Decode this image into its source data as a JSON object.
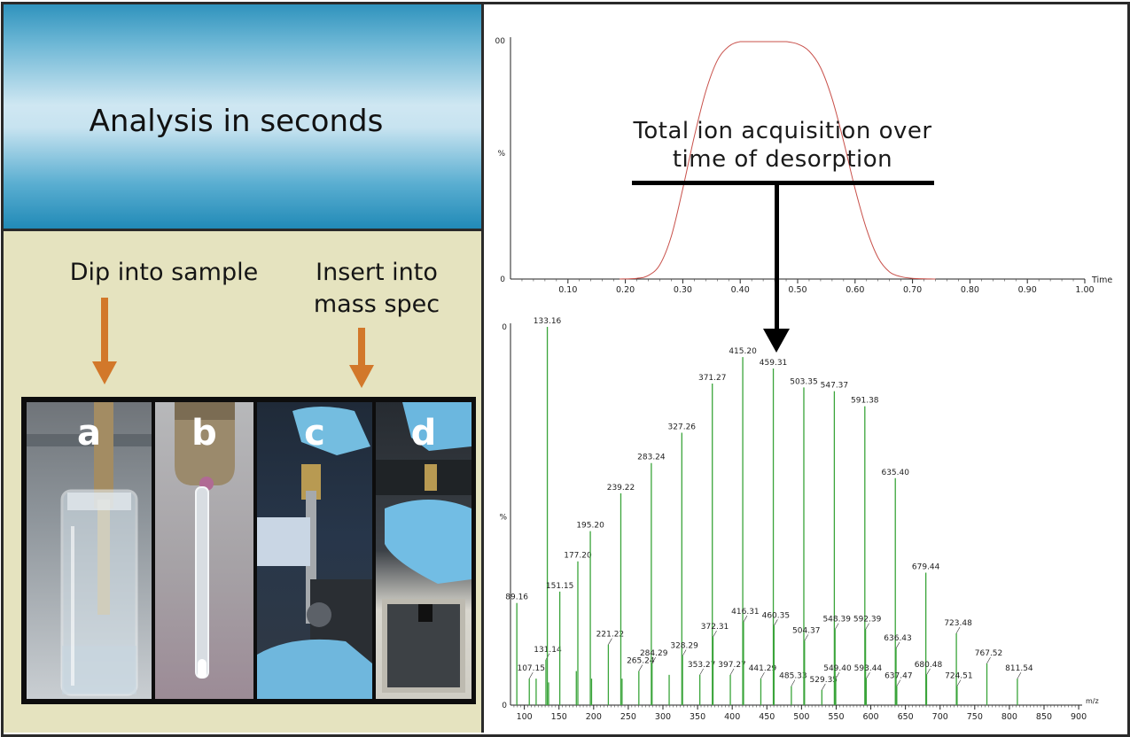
{
  "title_panel": {
    "title": "Analysis in seconds"
  },
  "steps": {
    "dip_label": "Dip into sample",
    "insert_label_line1": "Insert into",
    "insert_label_line2": "mass spec",
    "arrow_color": "#d2782a",
    "photos": [
      {
        "letter": "a"
      },
      {
        "letter": "b"
      },
      {
        "letter": "c"
      },
      {
        "letter": "d"
      }
    ]
  },
  "tic_caption": {
    "line1": "Total ion acquisition over",
    "line2": "time of desorption"
  },
  "chart_data": [
    {
      "type": "line",
      "title": "",
      "xlabel": "Time",
      "ylabel": "%",
      "y_top_label": "00",
      "y_zero_label": "0",
      "xlim": [
        0.0,
        1.0
      ],
      "ylim": [
        0,
        100
      ],
      "x_ticks": [
        "0.10",
        "0.20",
        "0.30",
        "0.40",
        "0.50",
        "0.60",
        "0.70",
        "0.80",
        "0.90",
        "1.00"
      ],
      "x": [
        0.19,
        0.22,
        0.24,
        0.26,
        0.28,
        0.3,
        0.32,
        0.34,
        0.36,
        0.38,
        0.4,
        0.42,
        0.44,
        0.46,
        0.48,
        0.5,
        0.52,
        0.54,
        0.56,
        0.58,
        0.6,
        0.62,
        0.64,
        0.66,
        0.68,
        0.7,
        0.74
      ],
      "values": [
        0,
        0.3,
        1.5,
        6,
        18,
        38,
        60,
        79,
        92,
        98,
        100,
        100,
        100,
        100,
        100,
        99,
        96,
        89,
        76,
        58,
        38,
        21,
        9,
        3,
        1,
        0.3,
        0
      ],
      "line_color": "#c8504a"
    },
    {
      "type": "bar",
      "title": "",
      "xlabel": "m/z",
      "ylabel": "%",
      "y_top_label": "0",
      "y_zero_label": "0",
      "xlim": [
        80,
        905
      ],
      "ylim": [
        0,
        100
      ],
      "x_ticks": [
        "100",
        "150",
        "200",
        "250",
        "300",
        "350",
        "400",
        "450",
        "500",
        "550",
        "600",
        "650",
        "700",
        "750",
        "800",
        "850",
        "900"
      ],
      "peaks": [
        {
          "mz": 89.16,
          "label": "89.16",
          "value": 27
        },
        {
          "mz": 107.15,
          "label": "107.15",
          "value": 7
        },
        {
          "mz": 117.0,
          "label": "",
          "value": 7
        },
        {
          "mz": 131.14,
          "label": "131.14",
          "value": 12
        },
        {
          "mz": 133.16,
          "label": "133.16",
          "value": 100
        },
        {
          "mz": 135.0,
          "label": "",
          "value": 6
        },
        {
          "mz": 151.15,
          "label": "151.15",
          "value": 30
        },
        {
          "mz": 175.0,
          "label": "",
          "value": 9
        },
        {
          "mz": 177.2,
          "label": "177.20",
          "value": 38
        },
        {
          "mz": 195.2,
          "label": "195.20",
          "value": 46
        },
        {
          "mz": 197.0,
          "label": "",
          "value": 7
        },
        {
          "mz": 221.22,
          "label": "221.22",
          "value": 16
        },
        {
          "mz": 239.22,
          "label": "239.22",
          "value": 56
        },
        {
          "mz": 241.0,
          "label": "",
          "value": 7
        },
        {
          "mz": 265.24,
          "label": "265.24",
          "value": 9
        },
        {
          "mz": 283.24,
          "label": "283.24",
          "value": 64
        },
        {
          "mz": 284.29,
          "label": "284.29",
          "value": 11
        },
        {
          "mz": 309.0,
          "label": "",
          "value": 8
        },
        {
          "mz": 327.26,
          "label": "327.26",
          "value": 72
        },
        {
          "mz": 328.29,
          "label": "328.29",
          "value": 13
        },
        {
          "mz": 353.27,
          "label": "353.27",
          "value": 8
        },
        {
          "mz": 371.27,
          "label": "371.27",
          "value": 85
        },
        {
          "mz": 372.31,
          "label": "372.31",
          "value": 18
        },
        {
          "mz": 397.27,
          "label": "397.27",
          "value": 8
        },
        {
          "mz": 415.2,
          "label": "415.20",
          "value": 92
        },
        {
          "mz": 416.31,
          "label": "416.31",
          "value": 22
        },
        {
          "mz": 441.29,
          "label": "441.29",
          "value": 7
        },
        {
          "mz": 459.31,
          "label": "459.31",
          "value": 89
        },
        {
          "mz": 460.35,
          "label": "460.35",
          "value": 21
        },
        {
          "mz": 485.33,
          "label": "485.33",
          "value": 5
        },
        {
          "mz": 503.35,
          "label": "503.35",
          "value": 84
        },
        {
          "mz": 504.37,
          "label": "504.37",
          "value": 17
        },
        {
          "mz": 529.35,
          "label": "529.35",
          "value": 4
        },
        {
          "mz": 547.37,
          "label": "547.37",
          "value": 83
        },
        {
          "mz": 548.39,
          "label": "548.39",
          "value": 20
        },
        {
          "mz": 549.4,
          "label": "549.40",
          "value": 7
        },
        {
          "mz": 591.38,
          "label": "591.38",
          "value": 79
        },
        {
          "mz": 592.39,
          "label": "592.39",
          "value": 20
        },
        {
          "mz": 593.44,
          "label": "593.44",
          "value": 7
        },
        {
          "mz": 635.4,
          "label": "635.40",
          "value": 60
        },
        {
          "mz": 636.43,
          "label": "636.43",
          "value": 15
        },
        {
          "mz": 637.47,
          "label": "637.47",
          "value": 5
        },
        {
          "mz": 679.44,
          "label": "679.44",
          "value": 35
        },
        {
          "mz": 680.48,
          "label": "680.48",
          "value": 8
        },
        {
          "mz": 723.48,
          "label": "723.48",
          "value": 19
        },
        {
          "mz": 724.51,
          "label": "724.51",
          "value": 5
        },
        {
          "mz": 767.52,
          "label": "767.52",
          "value": 11
        },
        {
          "mz": 811.54,
          "label": "811.54",
          "value": 7
        }
      ],
      "bar_color": "#3aa43a"
    }
  ]
}
